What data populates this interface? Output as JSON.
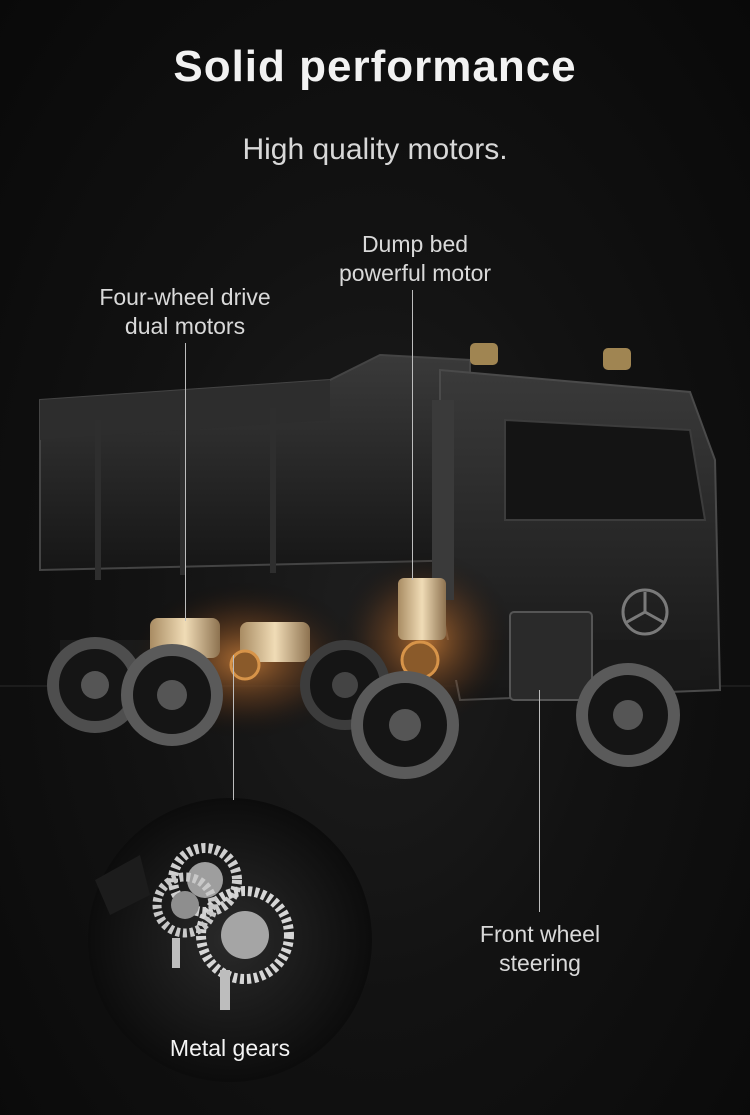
{
  "header": {
    "title": "Solid performance",
    "subtitle": "High quality motors."
  },
  "callouts": {
    "dump_bed": [
      "Dump bed",
      "powerful motor"
    ],
    "four_wheel": [
      "Four-wheel drive",
      "dual motors"
    ],
    "front_wheel": [
      "Front wheel",
      "steering"
    ],
    "metal_gears": "Metal gears"
  },
  "colors": {
    "background": "#0b0b0b",
    "motor_glow": "#d9863a",
    "text": "#d9d9d9"
  }
}
